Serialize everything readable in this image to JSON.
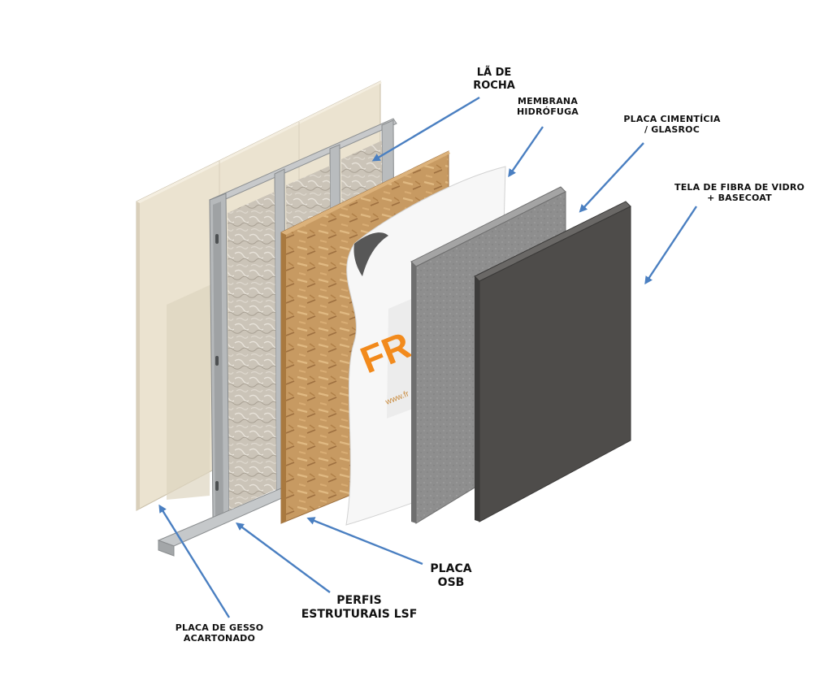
{
  "colors": {
    "arrow": "#4a7fc1",
    "gypsum": "#ebe3d0",
    "steel": "#b9bcbe",
    "wool": "#cfc8bd",
    "osb": "#c79a62",
    "membrane": "#f7f7f7",
    "brand_orange": "#f28a1c",
    "cement": "#8f8f8f",
    "basecoat": "#4e4c4a"
  },
  "membrane_print": {
    "logo_text": "FRA",
    "url_text": "www.fr"
  },
  "labels": {
    "la_de_rocha": [
      "LÃ DE",
      "ROCHA"
    ],
    "membrana": [
      "MEMBRANA",
      "HIDRÓFUGA"
    ],
    "placa_cimenticia": [
      "PLACA CIMENTÍCIA",
      "/ GLASROC"
    ],
    "tela_fibra": [
      "TELA DE FIBRA DE VIDRO",
      "+ BASECOAT"
    ],
    "placa_osb": [
      "PLACA",
      "OSB"
    ],
    "perfis": [
      "PERFIS",
      "ESTRUTURAIS LSF"
    ],
    "placa_gesso": [
      "PLACA DE GESSO",
      "ACARTONADO"
    ]
  }
}
